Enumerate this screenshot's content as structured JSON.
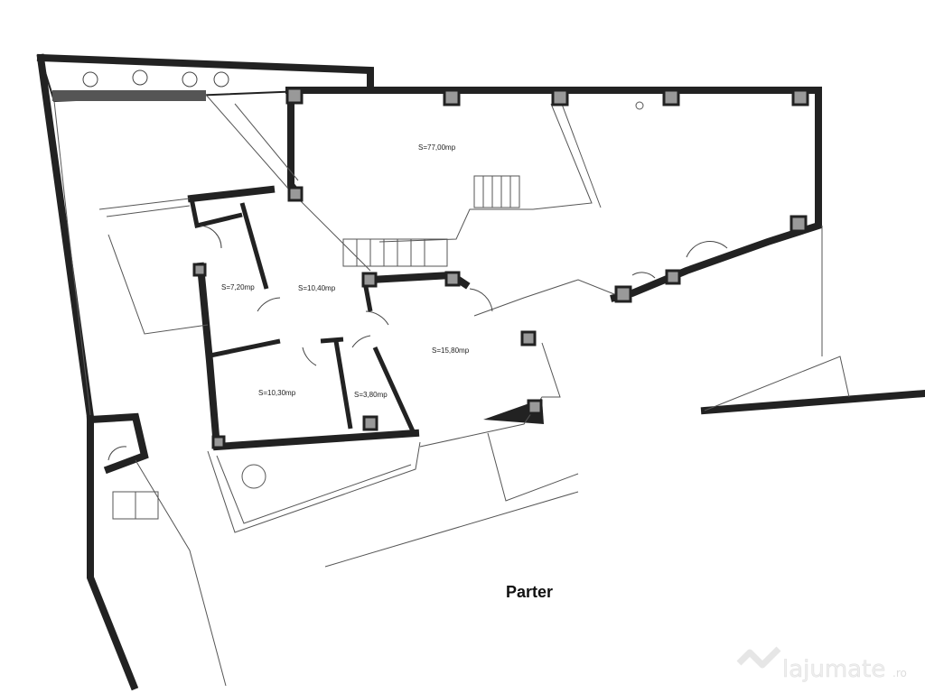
{
  "plan": {
    "title": "Parter",
    "rooms": [
      {
        "name": "main-hall",
        "area": "S=77,00mp"
      },
      {
        "name": "room-a",
        "area": "S=7,20mp"
      },
      {
        "name": "hallway",
        "area": "S=10,40mp"
      },
      {
        "name": "room-b",
        "area": "S=10,30mp"
      },
      {
        "name": "bathroom",
        "area": "S=3,80mp"
      },
      {
        "name": "room-c",
        "area": "S=15,80mp"
      }
    ]
  },
  "watermark": {
    "brand": "lajumate",
    "suffix": ".ro"
  }
}
